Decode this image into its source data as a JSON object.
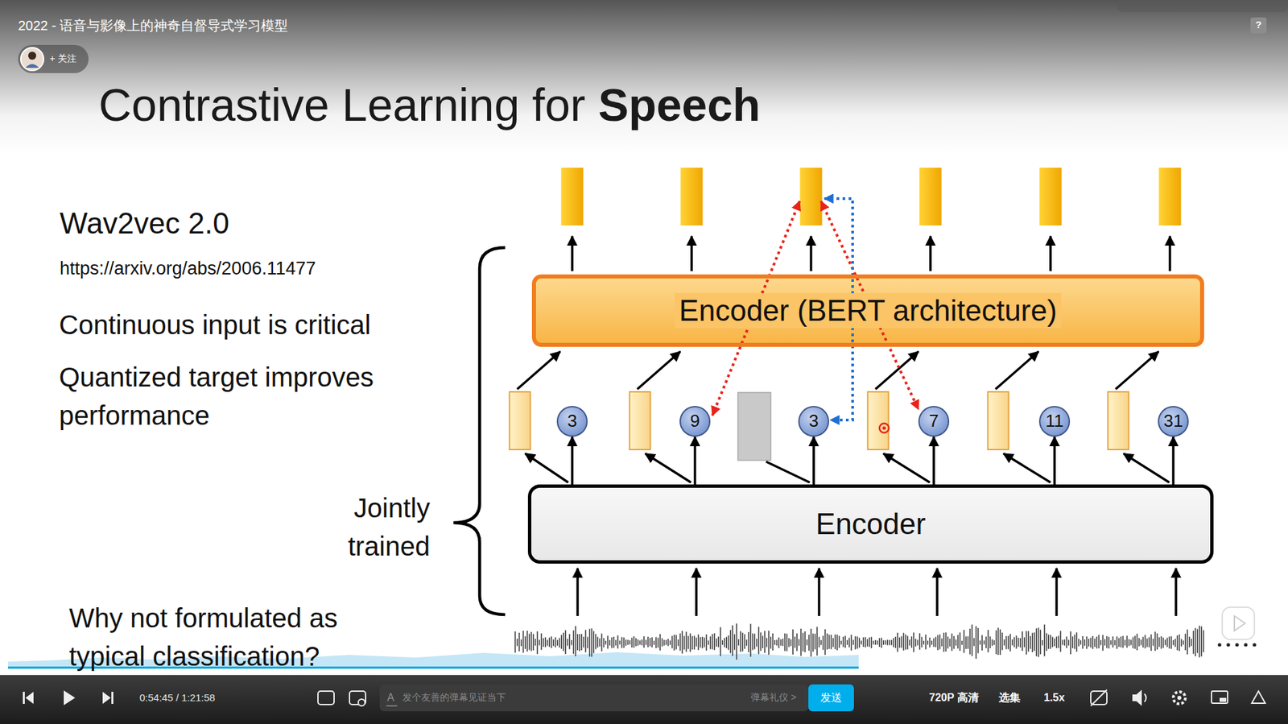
{
  "diagram": {
    "title": "Contrastive Learning for Speech",
    "nodes": [
      {
        "text": [
          "Encoder (BERT architecture)"
        ]
      },
      {
        "text": [
          "3"
        ]
      },
      {
        "text": [
          "9"
        ]
      },
      {
        "text": [
          "3"
        ]
      },
      {
        "text": [
          "7"
        ]
      },
      {
        "text": [
          "11"
        ]
      },
      {
        "text": [
          "31"
        ]
      },
      {
        "text": [
          "Encoder"
        ]
      }
    ],
    "edges": [
      {
        "from": 7,
        "to": 1,
        "arrow": "to"
      },
      {
        "from": 7,
        "to": 2,
        "arrow": "to"
      },
      {
        "from": 7,
        "to": 3,
        "arrow": "to"
      },
      {
        "from": 7,
        "to": 4,
        "arrow": "to"
      },
      {
        "from": 7,
        "to": 5,
        "arrow": "to"
      },
      {
        "from": 7,
        "to": 6,
        "arrow": "to"
      }
    ],
    "labels": [
      "2022 - 语音与影像上的神奇自督导式学习模型",
      "+ 关注",
      "?",
      "Wav2vec 2.0",
      "https://arxiv.org/abs/2006.11477",
      "Continuous input is critical",
      "Quantized target improves performance",
      "Jointly trained",
      "Why not formulated as typical classification?",
      "0:54:45 / 1:21:58",
      "A",
      "发个友善的弹幕见证当下",
      "弹幕礼仪 >",
      "发送",
      "720P 高清",
      "选集",
      "1.5x"
    ]
  }
}
